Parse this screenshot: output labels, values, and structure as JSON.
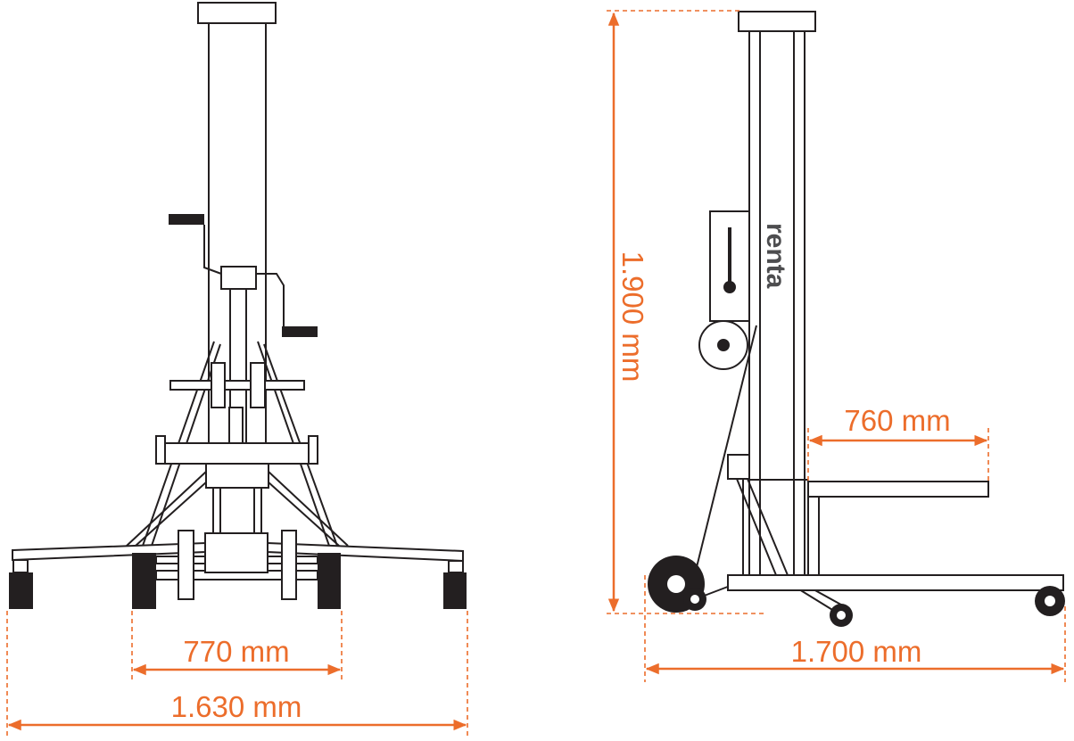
{
  "front_view": {
    "dimensions": {
      "inner_width": "770 mm",
      "outer_width": "1.630 mm"
    }
  },
  "side_view": {
    "brand_label": "renta",
    "dimensions": {
      "height": "1.900 mm",
      "fork_length": "760 mm",
      "base_length": "1.700 mm"
    }
  },
  "colors": {
    "dimension": "#ec6d2b",
    "line": "#231f20"
  }
}
